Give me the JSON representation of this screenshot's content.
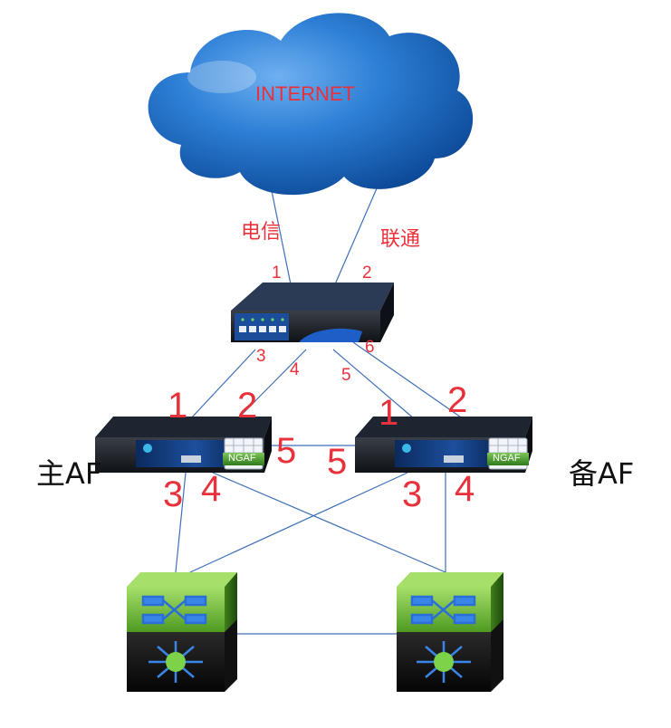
{
  "cloud": {
    "label": "INTERNET"
  },
  "isp": {
    "telecom": "电信",
    "unicom": "联通"
  },
  "router": {
    "port1": "1",
    "port2": "2",
    "port3": "3",
    "port4": "4",
    "port5": "5",
    "port6": "6"
  },
  "af_main": {
    "name": "主AF",
    "port1": "1",
    "port2": "2",
    "port3": "3",
    "port4": "4",
    "port5": "5",
    "badge": "NGAF"
  },
  "af_backup": {
    "name": "备AF",
    "port1": "1",
    "port2": "2",
    "port3": "3",
    "port4": "4",
    "port5": "5",
    "badge": "NGAF"
  },
  "colors": {
    "label_red": "#e8313a",
    "link_blue": "#3d6fb8",
    "cloud_blue": "#1a5fb0",
    "switch_green": "#5fae2e"
  }
}
